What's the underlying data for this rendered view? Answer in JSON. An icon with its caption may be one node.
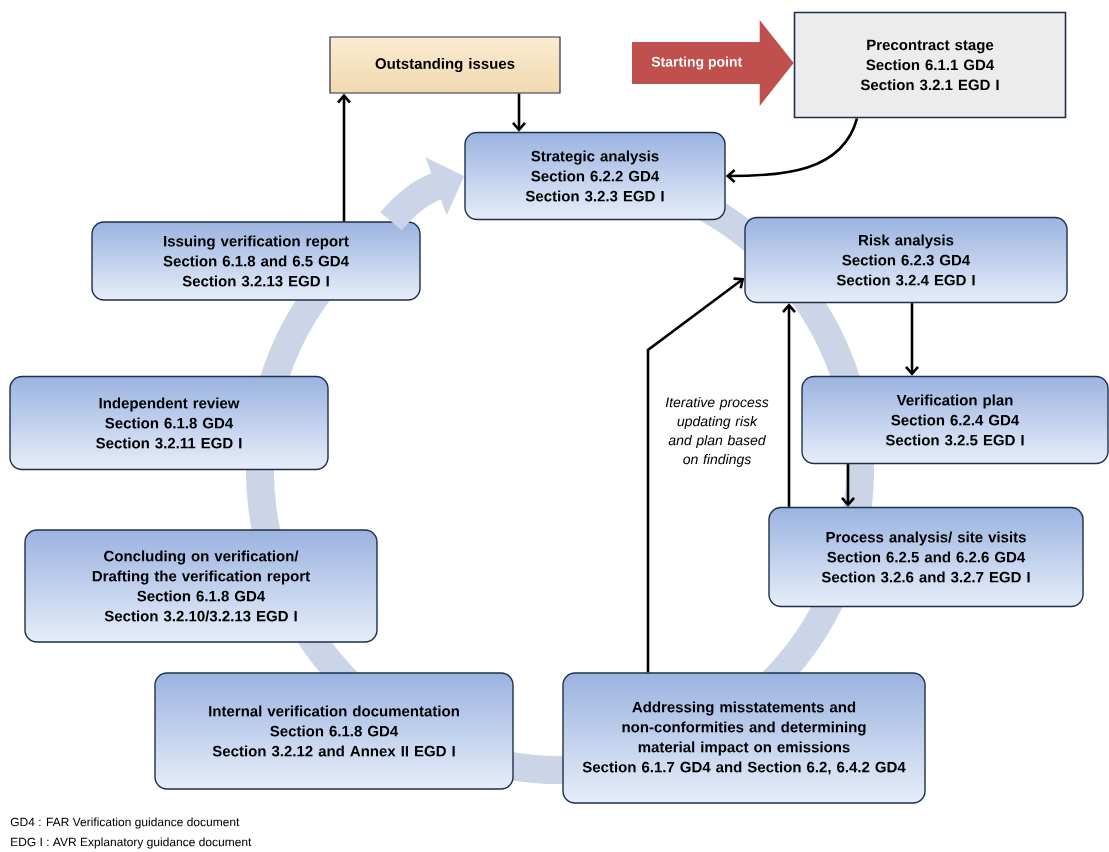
{
  "diagram": {
    "nodes": [
      {
        "text": [
          "Outstanding issues"
        ]
      },
      {
        "text": [
          "Precontract stage",
          "Section 6.1.1 GD4",
          "Section 3.2.1 EGD I"
        ]
      },
      {
        "text": [
          "Strategic analysis",
          "Section 6.2.2 GD4",
          "Section 3.2.3 EGD I"
        ]
      },
      {
        "text": [
          "Risk analysis",
          "Section 6.2.3 GD4",
          "Section 3.2.4 EGD I"
        ]
      },
      {
        "text": [
          "Verification plan",
          "Section 6.2.4 GD4",
          "Section 3.2.5 EGD I"
        ]
      },
      {
        "text": [
          "Process analysis/ site visits",
          "Section 6.2.5 and 6.2.6 GD4",
          "Section 3.2.6 and 3.2.7 EGD I"
        ]
      },
      {
        "text": [
          "Addressing misstatements and non-conformities and determining material impact on emissions",
          "Section 6.1.7 GD4 and Section 6.2, 6.4.2 GD4"
        ]
      },
      {
        "text": [
          "Internal verification documentation",
          "Section 6.1.8 GD4",
          "Section 3.2.12 and Annex II EGD I"
        ]
      },
      {
        "text": [
          "Concluding on verification/ Drafting the verification report",
          "Section 6.1.8 GD4",
          "Section 3.2.10/3.2.13 EGD I"
        ]
      },
      {
        "text": [
          "Independent review",
          "Section 6.1.8 GD4",
          "Section 3.2.11 EGD I"
        ]
      },
      {
        "text": [
          "Issuing verification report",
          "Section 6.1.8 and 6.5 GD4",
          "Section 3.2.13 EGD I"
        ]
      }
    ],
    "edges": [
      {
        "from": 10,
        "to": 0,
        "arrow": "to"
      },
      {
        "from": 0,
        "to": 2,
        "arrow": "to"
      },
      {
        "from": 1,
        "to": 2,
        "arrow": "to"
      },
      {
        "from": 3,
        "to": 4,
        "arrow": "to"
      },
      {
        "from": 4,
        "to": 5,
        "arrow": "to"
      },
      {
        "from": 5,
        "to": 3,
        "arrow": "to"
      },
      {
        "from": 6,
        "to": 3,
        "arrow": "to"
      },
      {
        "from": null,
        "to": 1,
        "arrow": "to",
        "label": "Starting point",
        "style": "thick",
        "color": "#c0504d"
      },
      {
        "from": 10,
        "to": 2,
        "arrow": "to",
        "style": "thick",
        "color": "#ccd5e8"
      }
    ],
    "labels": [
      "Iterative process updating risk and plan based on findings",
      "GD4 : FAR Verification guidance document",
      "EDG I : AVR Explanatory guidance document"
    ]
  }
}
